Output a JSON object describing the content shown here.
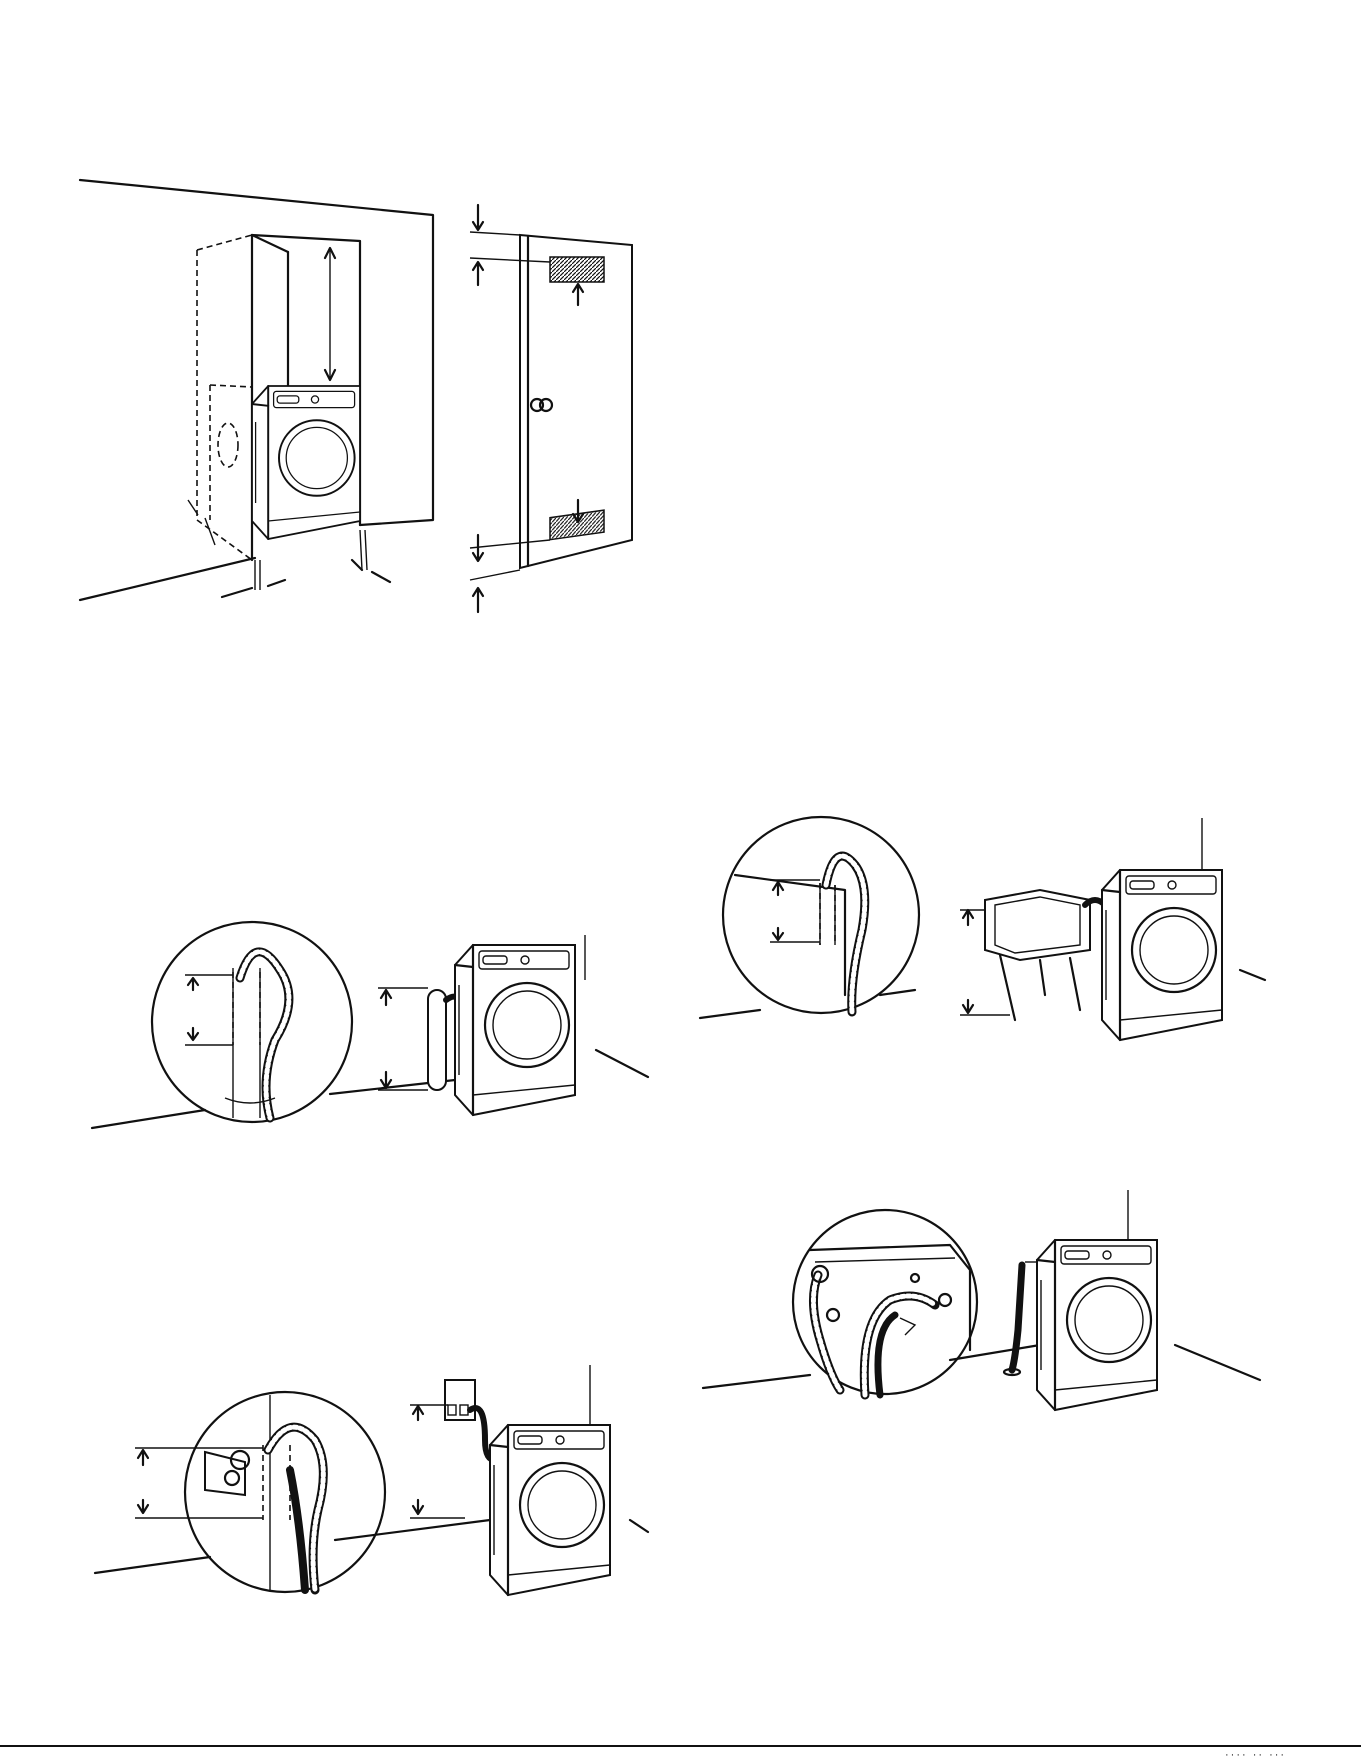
{
  "page": {
    "footer_mark": "····  ··  ···"
  },
  "figures": [
    {
      "id": "closet-installation",
      "icons": [
        "washer",
        "closet",
        "door",
        "vent"
      ]
    },
    {
      "id": "standpipe-drain",
      "icons": [
        "washer",
        "standpipe",
        "drain-hose",
        "magnifier-circle"
      ]
    },
    {
      "id": "laundry-tub-drain",
      "icons": [
        "washer",
        "laundry-tub",
        "drain-hose",
        "magnifier-circle"
      ]
    },
    {
      "id": "wall-drain",
      "icons": [
        "washer",
        "wall-box",
        "drain-hose",
        "magnifier-circle"
      ]
    },
    {
      "id": "floor-drain",
      "icons": [
        "washer",
        "floor-drain-pipe",
        "drain-hose",
        "magnifier-circle"
      ]
    }
  ]
}
